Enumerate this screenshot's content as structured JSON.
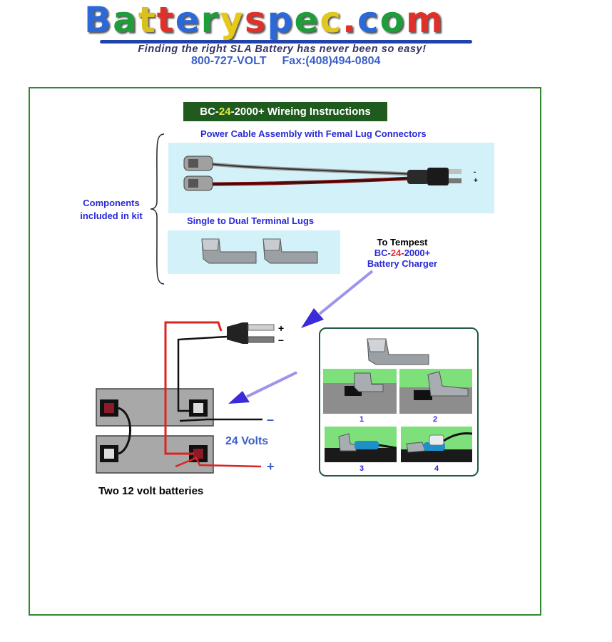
{
  "header": {
    "logo_letters": [
      {
        "ch": "B",
        "color": "#2c68d8"
      },
      {
        "ch": "a",
        "color": "#1f9d3a"
      },
      {
        "ch": "t",
        "color": "#d8c020"
      },
      {
        "ch": "t",
        "color": "#e0302a"
      },
      {
        "ch": "e",
        "color": "#2c68d8"
      },
      {
        "ch": "r",
        "color": "#1f9d3a"
      },
      {
        "ch": "y",
        "color": "#e8c818"
      },
      {
        "ch": "s",
        "color": "#e0302a"
      },
      {
        "ch": "p",
        "color": "#2c68d8"
      },
      {
        "ch": "e",
        "color": "#1f9d3a"
      },
      {
        "ch": "c",
        "color": "#e0c820"
      },
      {
        "ch": ".",
        "color": "#e0302a"
      },
      {
        "ch": "c",
        "color": "#2c68d8"
      },
      {
        "ch": "o",
        "color": "#1f9d3a"
      },
      {
        "ch": "m",
        "color": "#e0302a"
      }
    ],
    "tagline": "Finding the right SLA Battery has never been so easy!",
    "phone": "800-727-VOLT",
    "fax": "Fax:(408)494-0804"
  },
  "diagram": {
    "title_prefix": "BC-",
    "title_model": "24",
    "title_suffix": "-2000+ Wireing Instructions",
    "components_label_line1": "Components",
    "components_label_line2": "included in kit",
    "cable_label": "Power Cable Assembly with Femal Lug Connectors",
    "lugs_label": "Single to Dual Terminal Lugs",
    "cable_minus": "-",
    "cable_plus": "+",
    "to_tempest": "To Tempest",
    "charger_model_prefix": "BC-",
    "charger_model_num": "24",
    "charger_model_suffix": "-2000+",
    "charger_name": "Battery Charger",
    "plug_plus": "+",
    "plug_minus": "–",
    "out_minus": "–",
    "out_plus": "+",
    "voltage": "24 Volts",
    "batteries_caption": "Two 12 volt batteries",
    "steps": [
      "1",
      "2",
      "3",
      "4"
    ]
  },
  "colors": {
    "frame_green": "#2f8a2f",
    "title_bg": "#1f5b1f",
    "panel_bg": "#d3f1f8",
    "label_blue": "#2a2ad8",
    "wire_red": "#dd2222",
    "wire_black": "#111111",
    "arrow_blue": "#4a3ad8"
  }
}
